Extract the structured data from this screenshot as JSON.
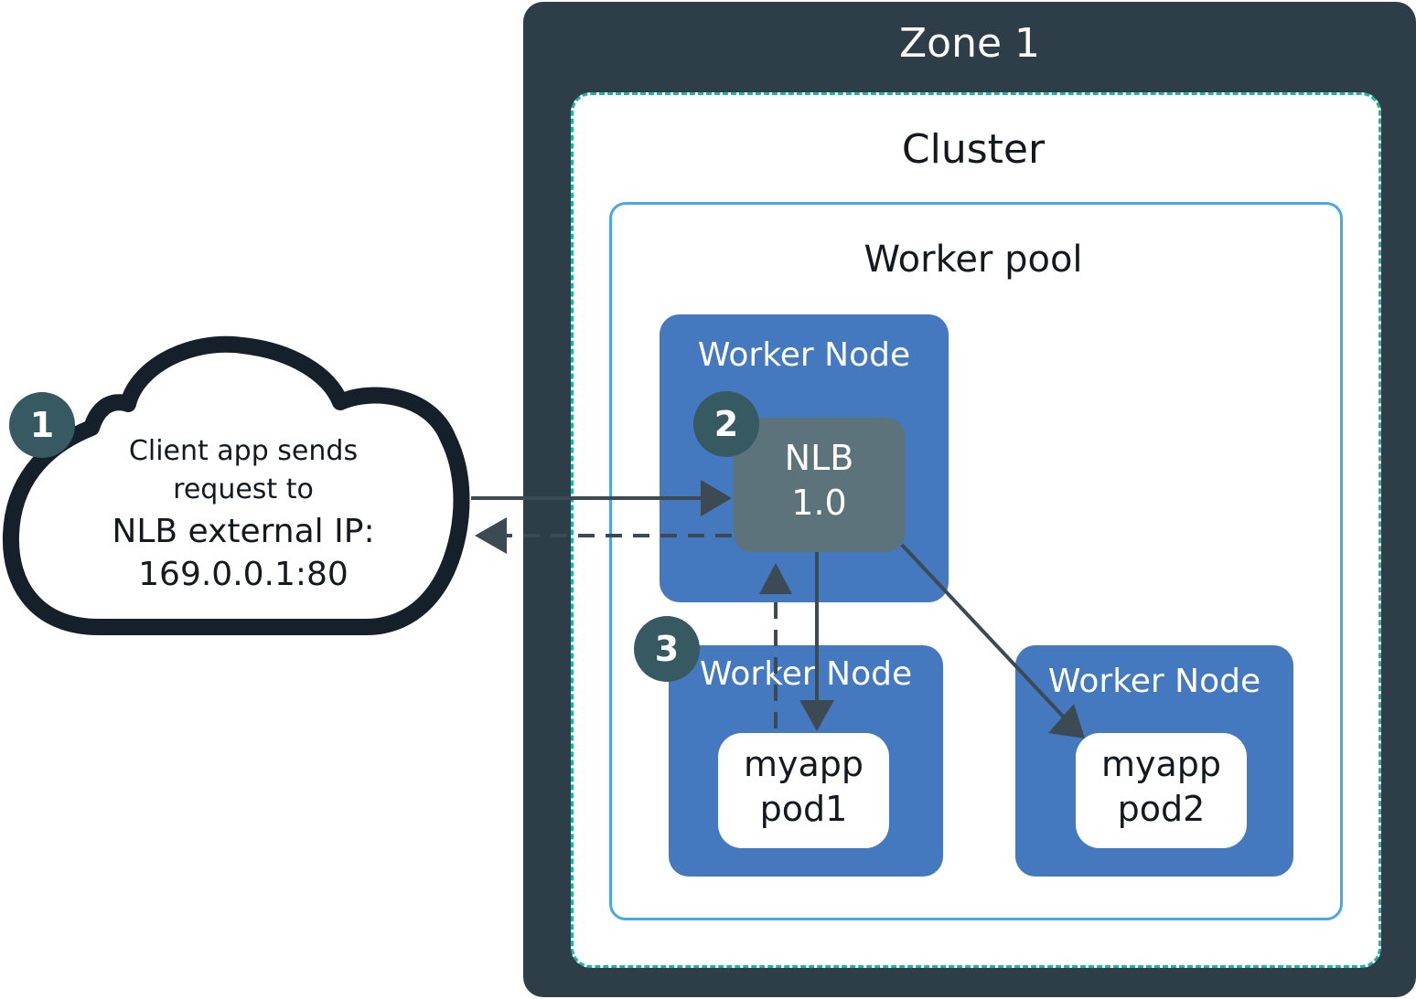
{
  "zone": {
    "title": "Zone 1"
  },
  "cluster": {
    "title": "Cluster"
  },
  "worker_pool": {
    "title": "Worker pool"
  },
  "worker_nodes": [
    {
      "title": "Worker Node"
    },
    {
      "title": "Worker Node"
    },
    {
      "title": "Worker Node"
    }
  ],
  "nlb": {
    "name": "NLB",
    "version": "1.0"
  },
  "pods": [
    {
      "app": "myapp",
      "name": "pod1"
    },
    {
      "app": "myapp",
      "name": "pod2"
    }
  ],
  "client": {
    "line1": "Client app sends",
    "line2": "request to",
    "line3": "NLB external IP:",
    "line4": "169.0.0.1:80"
  },
  "steps": [
    "1",
    "2",
    "3"
  ],
  "colors": {
    "zone": "#2d3e48",
    "cluster_border": "#1db5a2",
    "pool_border": "#4aa7e6",
    "worker_node": "#4478bf",
    "nlb": "#5d737c",
    "badge": "#365962",
    "arrow": "#3c4a54",
    "cloud_stroke": "#15202a"
  }
}
